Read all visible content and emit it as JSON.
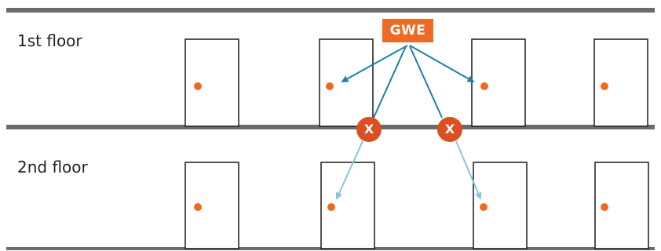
{
  "floors": [
    {
      "label": "1st floor"
    },
    {
      "label": "2nd floor"
    }
  ],
  "gateway": {
    "label": "GWE"
  },
  "blocked_marker": {
    "label": "X"
  },
  "colors": {
    "floor_line": "#6b6b6b",
    "door_stroke": "#1a1a1a",
    "device_dot": "#ee6a24",
    "gateway_bg": "#ee6a24",
    "signal_strong": "#1f7fa6",
    "signal_weak": "#8cc3d9",
    "blocked_marker_bg": "#dc4f22"
  }
}
